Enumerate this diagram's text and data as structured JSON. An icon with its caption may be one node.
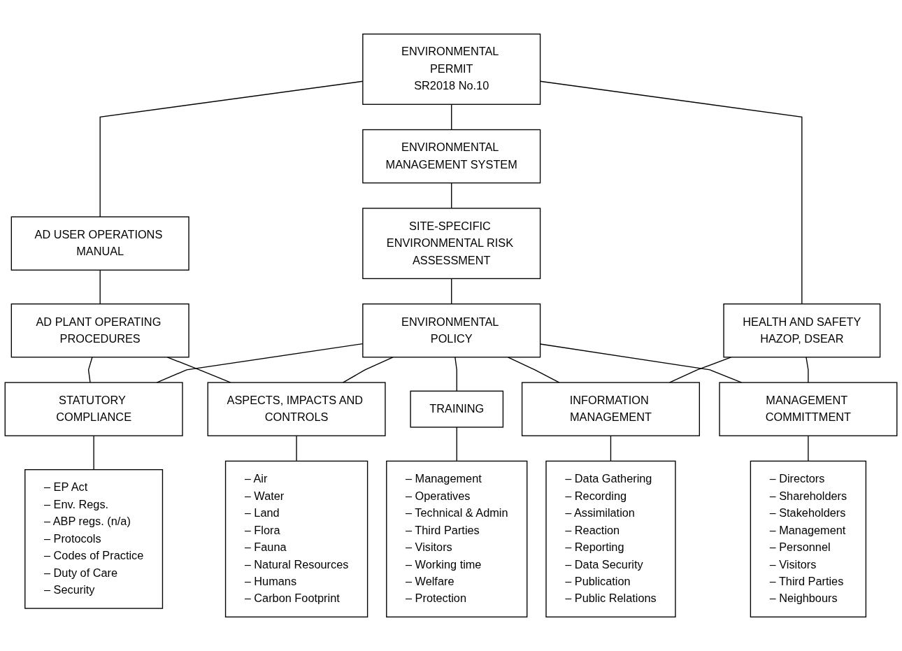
{
  "diagram": {
    "nodes": [
      {
        "text": [
          "ENVIRONMENTAL PERMIT",
          "SR2018 No.10"
        ]
      },
      {
        "text": [
          "AD USER OPERATIONS MANUAL"
        ]
      },
      {
        "text": [
          "ENVIRONMENTAL MANAGEMENT SYSTEM"
        ]
      },
      {
        "text": [
          "HEALTH AND SAFETY",
          "HAZOP, DSEAR"
        ]
      },
      {
        "text": [
          "AD PLANT OPERATING PROCEDURES"
        ]
      },
      {
        "text": [
          "SITE-SPECIFIC ENVIRONMENTAL RISK ASSESSMENT"
        ]
      },
      {
        "text": [
          "ENVIRONMENTAL POLICY"
        ]
      },
      {
        "text": [
          "STATUTORY COMPLIANCE"
        ]
      },
      {
        "text": [
          "ASPECTS, IMPACTS AND CONTROLS"
        ]
      },
      {
        "text": [
          "TRAINING"
        ]
      },
      {
        "text": [
          "INFORMATION MANAGEMENT"
        ]
      },
      {
        "text": [
          "MANAGEMENT COMMITTMENT"
        ]
      },
      {
        "text": [
          "– EP Act",
          "– Env. Regs.",
          "– ABP regs. (n/a)",
          "– Protocols",
          "– Codes of Practice",
          "– Duty of Care",
          "– Security"
        ]
      },
      {
        "text": [
          "– Air",
          "– Water",
          "– Land",
          "– Flora",
          "– Fauna",
          "– Natural Resources",
          "– Humans",
          "– Carbon Footprint"
        ]
      },
      {
        "text": [
          "– Management",
          "– Operatives",
          "– Technical & Admin",
          "– Third Parties",
          "– Visitors",
          "– Working time",
          "– Welfare",
          "– Protection"
        ]
      },
      {
        "text": [
          "– Data Gathering",
          "– Recording",
          "– Assimilation",
          "– Reaction",
          "– Reporting",
          "– Data Security",
          "– Publication",
          "– Public Relations"
        ]
      },
      {
        "text": [
          "– Directors",
          "– Shareholders",
          "– Stakeholders",
          "– Management",
          "– Personnel",
          "– Visitors",
          "– Third Parties",
          "– Neighbours"
        ]
      }
    ],
    "edges": [
      {
        "from": 0,
        "to": 1,
        "arrow": "none"
      },
      {
        "from": 0,
        "to": 2,
        "arrow": "none"
      },
      {
        "from": 0,
        "to": 3,
        "arrow": "none"
      },
      {
        "from": 1,
        "to": 4,
        "arrow": "none"
      },
      {
        "from": 2,
        "to": 5,
        "arrow": "none"
      },
      {
        "from": 5,
        "to": 6,
        "arrow": "none"
      },
      {
        "from": 4,
        "to": 7,
        "arrow": "none"
      },
      {
        "from": 4,
        "to": 8,
        "arrow": "none"
      },
      {
        "from": 6,
        "to": 7,
        "arrow": "none"
      },
      {
        "from": 6,
        "to": 8,
        "arrow": "none"
      },
      {
        "from": 6,
        "to": 9,
        "arrow": "none"
      },
      {
        "from": 6,
        "to": 10,
        "arrow": "none"
      },
      {
        "from": 6,
        "to": 11,
        "arrow": "none"
      },
      {
        "from": 3,
        "to": 10,
        "arrow": "none"
      },
      {
        "from": 3,
        "to": 11,
        "arrow": "none"
      },
      {
        "from": 7,
        "to": 12,
        "arrow": "none"
      },
      {
        "from": 8,
        "to": 13,
        "arrow": "none"
      },
      {
        "from": 9,
        "to": 14,
        "arrow": "none"
      },
      {
        "from": 10,
        "to": 15,
        "arrow": "none"
      },
      {
        "from": 11,
        "to": 16,
        "arrow": "none"
      }
    ]
  }
}
